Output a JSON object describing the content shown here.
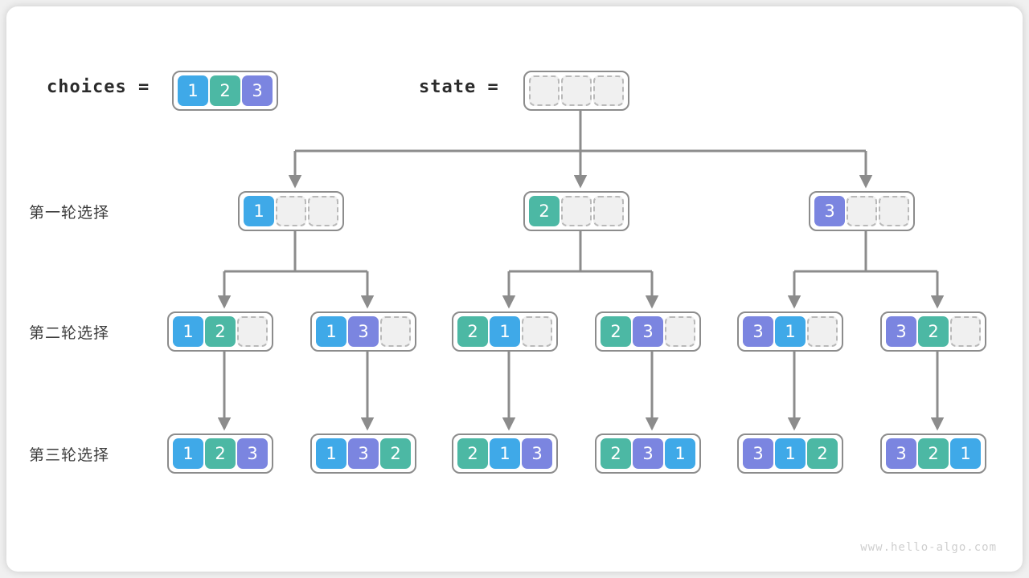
{
  "title": "Permutation backtracking tree",
  "colors": {
    "blue": "#3fa9e8",
    "teal": "#4cb8a4",
    "purple": "#7b85e0",
    "empty_fill": "#f0f0f0",
    "empty_border": "#b9b9b9",
    "array_border": "#8c8c8c",
    "wire": "#8c8c8c",
    "card": "#ffffff",
    "page_bg": "#f0f0f0"
  },
  "header": {
    "choices_label": "choices =",
    "state_label": "state =",
    "choices_cells": [
      "1",
      "2",
      "3"
    ],
    "state_cells": [
      "",
      "",
      ""
    ]
  },
  "row_labels": {
    "round1": "第一轮选择",
    "round2": "第二轮选择",
    "round3": "第三轮选择"
  },
  "level1": [
    {
      "cells": [
        "1",
        "",
        ""
      ]
    },
    {
      "cells": [
        "2",
        "",
        ""
      ]
    },
    {
      "cells": [
        "3",
        "",
        ""
      ]
    }
  ],
  "level2": [
    {
      "cells": [
        "1",
        "2",
        ""
      ]
    },
    {
      "cells": [
        "1",
        "3",
        ""
      ]
    },
    {
      "cells": [
        "2",
        "1",
        ""
      ]
    },
    {
      "cells": [
        "2",
        "3",
        ""
      ]
    },
    {
      "cells": [
        "3",
        "1",
        ""
      ]
    },
    {
      "cells": [
        "3",
        "2",
        ""
      ]
    }
  ],
  "level3": [
    {
      "cells": [
        "1",
        "2",
        "3"
      ]
    },
    {
      "cells": [
        "1",
        "3",
        "2"
      ]
    },
    {
      "cells": [
        "2",
        "1",
        "3"
      ]
    },
    {
      "cells": [
        "2",
        "3",
        "1"
      ]
    },
    {
      "cells": [
        "3",
        "1",
        "2"
      ]
    },
    {
      "cells": [
        "3",
        "2",
        "1"
      ]
    }
  ],
  "watermark": "www.hello-algo.com"
}
